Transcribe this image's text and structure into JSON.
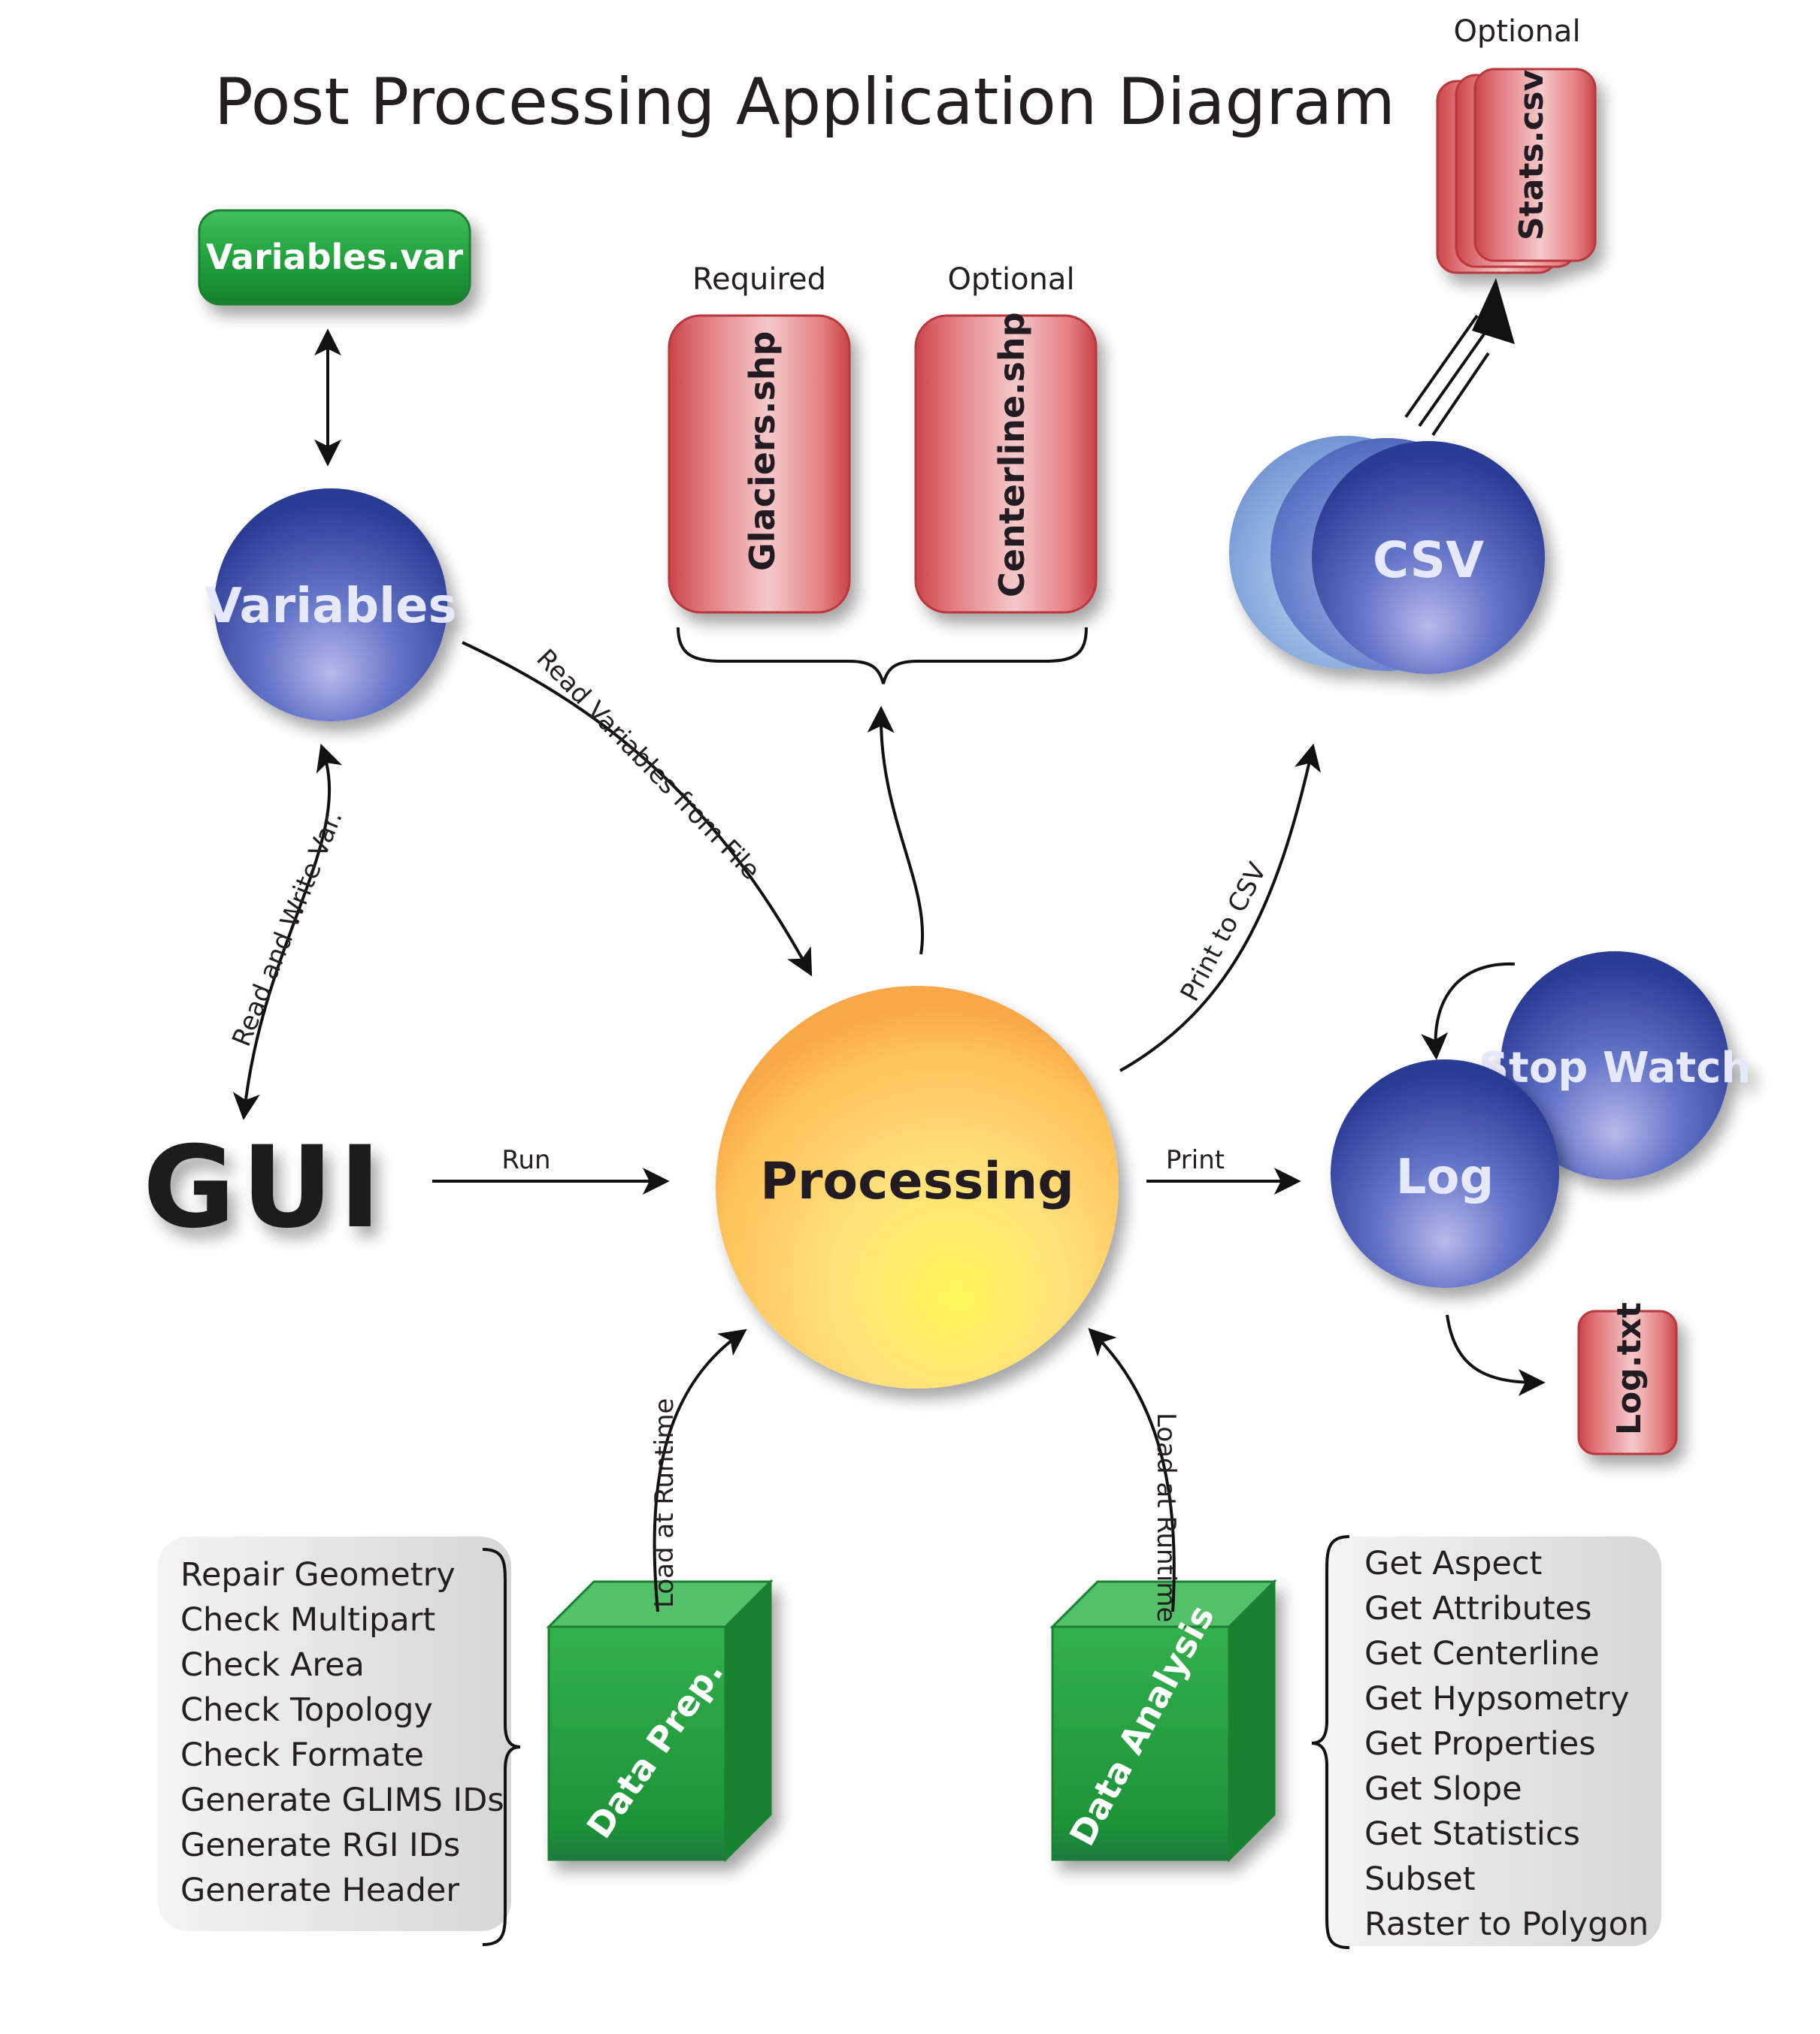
{
  "title": "Post Processing Application Diagram",
  "colors": {
    "red_file": "#d2555a",
    "green_file": "#1e9a3a",
    "blue_sphere": "#3b4ca6",
    "yellow_sphere": "#ffd54a",
    "arrow": "#111111",
    "text": "#231f20"
  },
  "files": {
    "variables_var": "Variables.var",
    "glaciers_shp": "Glaciers.shp",
    "centerline_shp": "Centerline.shp",
    "stats_csv": "Stats.csv",
    "log_txt": "Log.txt"
  },
  "file_labels": {
    "required": "Required",
    "optional_centerline": "Optional",
    "optional_stats": "Optional"
  },
  "nodes": {
    "variables": "Variables",
    "csv": "CSV",
    "processing": "Processing",
    "gui": "GUI",
    "log": "Log",
    "stop_watch": "Stop Watch",
    "data_prep": "Data Prep.",
    "data_analysis": "Data Analysis"
  },
  "edges": {
    "read_write_var": "Read and Write Var.",
    "read_variables": "Read Variables from File",
    "print_to_csv": "Print to CSV",
    "run": "Run",
    "print": "Print",
    "load_runtime_prep": "Load at Runtime",
    "load_runtime_analysis": "Load at Runtime"
  },
  "data_prep_items": [
    "Repair Geometry",
    "Check Multipart",
    "Check Area",
    "Check Topology",
    "Check Formate",
    "Generate GLIMS IDs",
    "Generate RGI IDs",
    "Generate Header"
  ],
  "data_analysis_items": [
    "Get Aspect",
    "Get Attributes",
    "Get Centerline",
    "Get Hypsometry",
    "Get Properties",
    "Get Slope",
    "Get Statistics",
    "Subset",
    "Raster to Polygon"
  ]
}
